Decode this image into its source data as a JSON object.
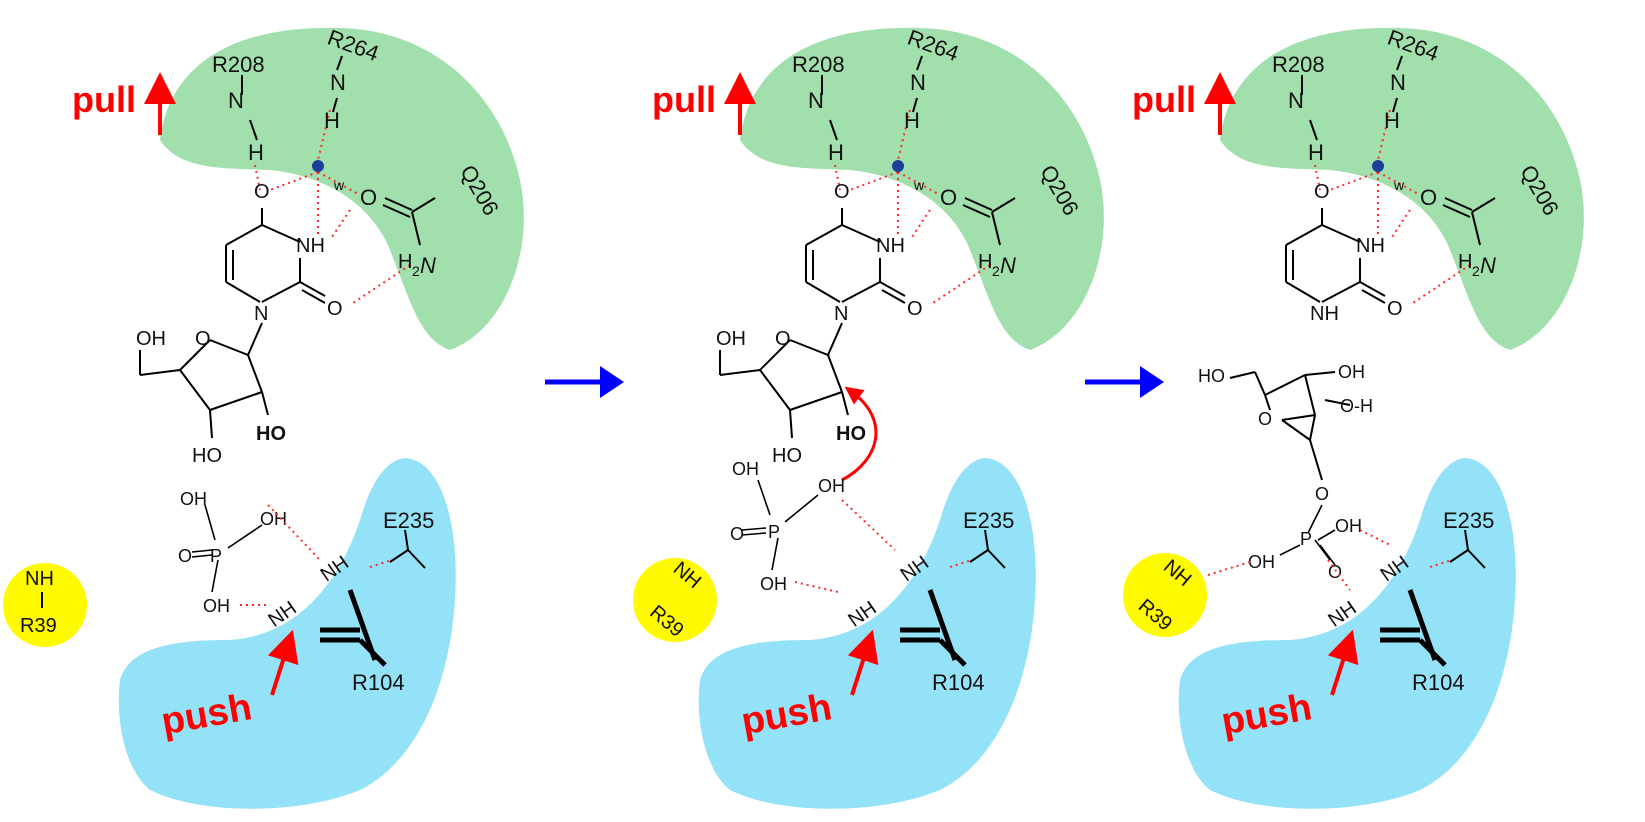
{
  "colors": {
    "pull_pocket": "#a1dfad",
    "push_pocket": "#93e2f7",
    "r39_circle": "#fffa00",
    "arrow_red": "#ff0000",
    "arrow_blue": "#0000ff",
    "water_dot": "#1e3f99",
    "bond": "#000000",
    "hbond": "#ff2b2b"
  },
  "labels": {
    "pull": "pull",
    "push": "push",
    "R208": "R208",
    "R264": "R264",
    "Q206": "Q206",
    "E235": "E235",
    "R104": "R104",
    "R39": "R39",
    "NH": "NH",
    "N": "N",
    "H": "H",
    "H2N_H": "H",
    "H2N_sub": "2",
    "H2N_N": "N",
    "O": "O",
    "OH": "OH",
    "HO": "HO",
    "P": "P",
    "w": "w",
    "O_H": "O-H"
  },
  "panels": [
    {
      "name": "panel-1-substrate",
      "ring_base": "N"
    },
    {
      "name": "panel-2-transition",
      "ring_base": "N"
    },
    {
      "name": "panel-3-product",
      "ring_base": "NH"
    }
  ]
}
